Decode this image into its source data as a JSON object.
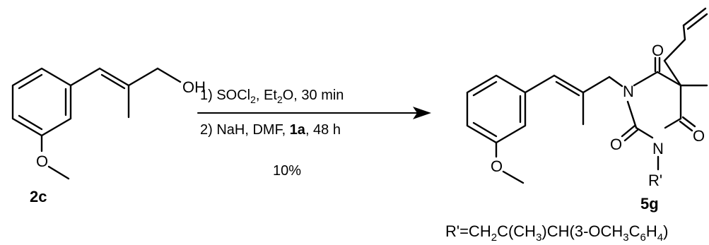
{
  "starting_material": {
    "label": "2c",
    "atoms": {
      "hydroxyl": "OH",
      "ether_o": "O"
    }
  },
  "conditions": {
    "step1": {
      "prefix": "1) SOCl",
      "sub": "2",
      "mid": ", Et",
      "sub2": "2",
      "suffix": "O, 30 min"
    },
    "step2": {
      "prefix": "2) NaH, DMF, ",
      "bold": "1a",
      "suffix": ", 48 h"
    },
    "yield": "10%"
  },
  "product": {
    "label": "5g",
    "atoms": {
      "n1": "N",
      "n3": "N",
      "o_top": "O",
      "o_left": "O",
      "o_right": "O",
      "ether_o": "O",
      "r_group": "R'"
    }
  },
  "footnote": {
    "parts": [
      "R'=CH",
      "2",
      "C(CH",
      "3",
      ")CH(3-OCH",
      "3",
      "C",
      "6",
      "H",
      "4",
      ")"
    ]
  }
}
